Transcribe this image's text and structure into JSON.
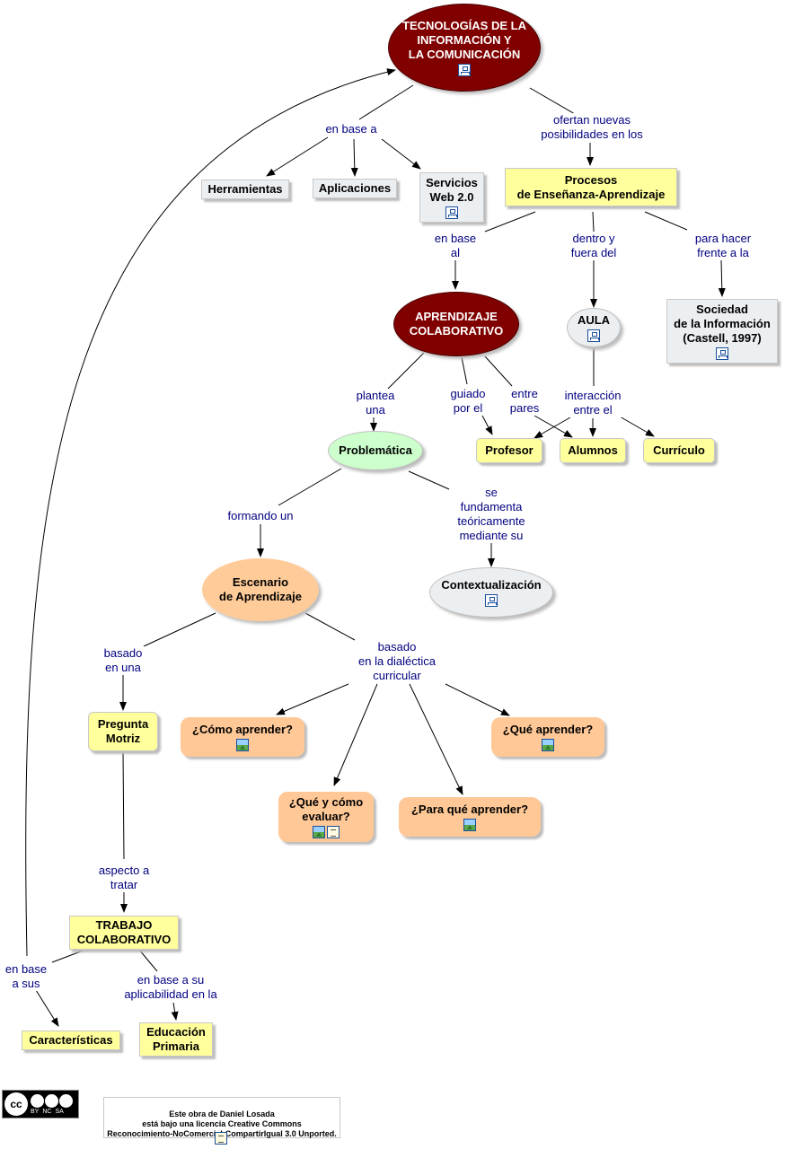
{
  "nodes": {
    "tic": "TECNOLOGÍAS DE LA\nINFORMACIÓN Y\nLA COMUNICACIÓN",
    "herramientas": "Herramientas",
    "aplicaciones": "Aplicaciones",
    "servicios": "Servicios\nWeb 2.0",
    "procesos": "Procesos\nde Enseñanza-Aprendizaje",
    "aprendizaje": "APRENDIZAJE\nCOLABORATIVO",
    "aula": "AULA",
    "sociedad": "Sociedad\nde la Información\n(Castell, 1997)",
    "problematica": "Problemática",
    "profesor": "Profesor",
    "alumnos": "Alumnos",
    "curriculo": "Currículo",
    "escenario": "Escenario\nde Aprendizaje",
    "contextualizacion": "Contextualización",
    "pregunta": "Pregunta\nMotriz",
    "como": "¿Cómo aprender?",
    "que": "¿Qué aprender?",
    "quecomo": "¿Qué y cómo\nevaluar?",
    "paraque": "¿Para qué aprender?",
    "trabajo": "TRABAJO\nCOLABORATIVO",
    "caracteristicas": "Características",
    "educacion": "Educación\nPrimaria"
  },
  "links": {
    "en_base_a": "en base a",
    "ofertan": "ofertan nuevas\nposibilidades en los",
    "en_base_al": "en base\nal",
    "dentro": "dentro y\nfuera del",
    "para_hacer": "para hacer\nfrente a la",
    "plantea": "plantea\nuna",
    "guiado": "guiado\npor el",
    "entre_pares": "entre\npares",
    "interaccion": "interacción\nentre el",
    "formando": "formando un",
    "se_fundamenta": "se\nfundamenta\nteóricamente\nmediante su",
    "basado_una": "basado\nen una",
    "basado_dialectica": "basado\nen la dialéctica\ncurricular",
    "aspecto": "aspecto a\ntratar",
    "en_base_sus": "en base\na sus",
    "aplicabilidad": "en base a su\naplicabilidad en la"
  },
  "icons": {
    "concept_map": "concept-map-icon",
    "image": "image-icon",
    "document": "document-icon"
  },
  "license": {
    "badge_tags": [
      "BY",
      "NC",
      "SA"
    ],
    "text": "Este obra de Daniel Losada\nestá bajo una licencia Creative Commons\nReconocimiento-NoComercial-CompartirIgual 3.0 Unported."
  },
  "colors": {
    "maroon": "#800000",
    "yellow": "#ffff9c",
    "peach": "#ffcc99",
    "green": "#ccffcc",
    "light_gray": "#eceff1",
    "link_text": "#000080"
  }
}
